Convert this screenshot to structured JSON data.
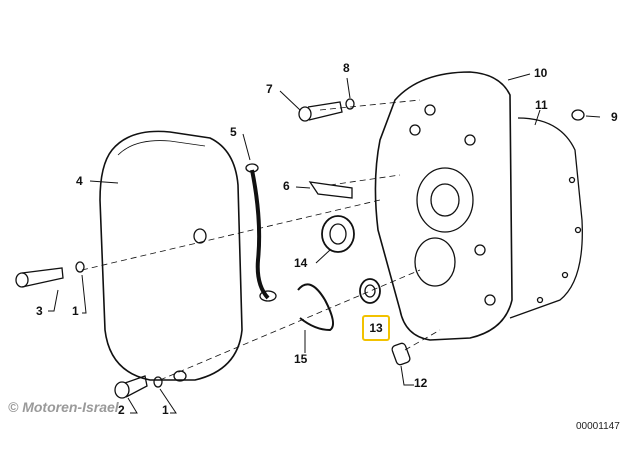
{
  "diagram": {
    "callouts": [
      "1",
      "1",
      "2",
      "3",
      "4",
      "5",
      "6",
      "7",
      "8",
      "9",
      "10",
      "11",
      "12",
      "13",
      "14",
      "15"
    ],
    "highlighted_part": "13",
    "highlight_color": "#f2c200",
    "drawing_number": "00001147",
    "watermark": "© Motoren-Israel"
  }
}
